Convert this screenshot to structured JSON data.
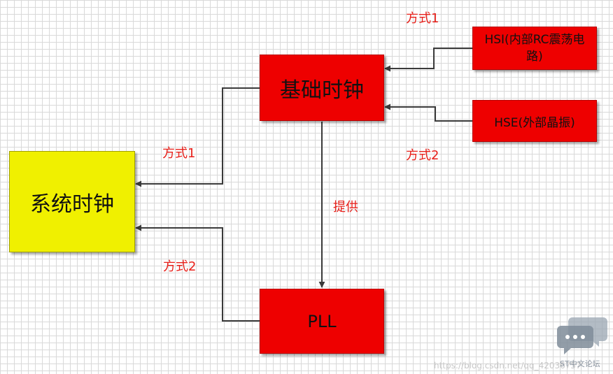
{
  "nodes": {
    "system_clock": "系统时钟",
    "base_clock": "基础时钟",
    "pll": "PLL",
    "hsi": "HSI(内部RC震荡电路)",
    "hse": "HSE(外部晶振)"
  },
  "edge_labels": {
    "hsi_to_base": "方式1",
    "hse_to_base": "方式2",
    "base_to_system": "方式1",
    "pll_to_system": "方式2",
    "base_to_pll": "提供"
  },
  "watermark": {
    "brand": "ST中文论坛",
    "url": "https://blog.csdn.net/qq_42036757"
  },
  "colors": {
    "box_red": "#ee0000",
    "box_yellow": "#f0f000",
    "label_red": "#e8201a",
    "arrow": "#3a3a3a"
  }
}
